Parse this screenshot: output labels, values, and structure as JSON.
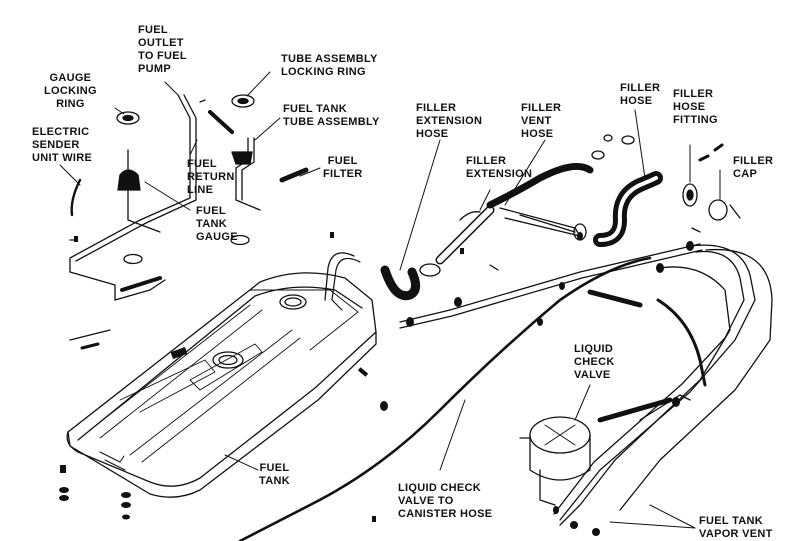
{
  "colors": {
    "ink": "#111111",
    "paper": "#ffffff"
  },
  "labels": {
    "fuel_outlet": "FUEL\nOUTLET\nTO FUEL\nPUMP",
    "tube_locking_ring": "TUBE ASSEMBLY\nLOCKING RING",
    "gauge_locking_ring": "GAUGE\nLOCKING\nRING",
    "electric_sender": "ELECTRIC\nSENDER\nUNIT WIRE",
    "fuel_tank_tube_assembly": "FUEL TANK\nTUBE ASSEMBLY",
    "fuel_return_line": "FUEL\nRETURN\nLINE",
    "fuel_filter": "FUEL\nFILTER",
    "fuel_tank_gauge": "FUEL\nTANK\nGAUGE",
    "filler_extension_hose": "FILLER\nEXTENSION\nHOSE",
    "filler_vent_hose": "FILLER\nVENT\nHOSE",
    "filler_extension": "FILLER\nEXTENSION",
    "filler_hose": "FILLER\nHOSE",
    "filler_hose_fitting": "FILLER\nHOSE\nFITTING",
    "filler_cap": "FILLER\nCAP",
    "liquid_check_valve": "LIQUID\nCHECK\nVALVE",
    "fuel_tank": "FUEL\nTANK",
    "liquid_check_valve_to_canister_hose": "LIQUID CHECK\nVALVE TO\nCANISTER HOSE",
    "fuel_tank_vapor_vent": "FUEL TANK\nVAPOR VENT"
  }
}
